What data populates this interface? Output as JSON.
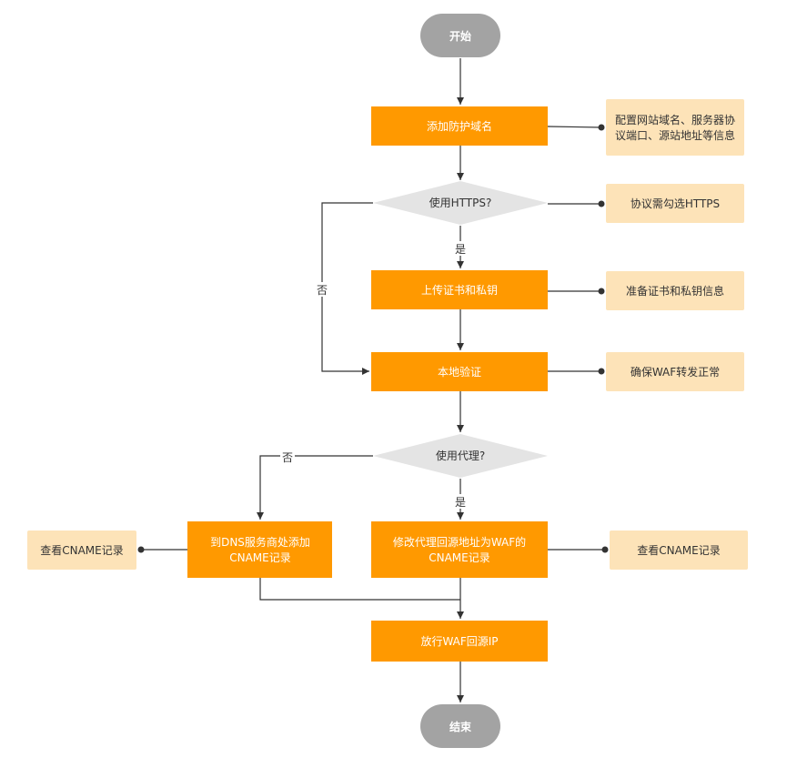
{
  "nodes": {
    "start": "开始",
    "add_domain": "添加防护域名",
    "use_https": "使用HTTPS?",
    "upload_cert": "上传证书和私钥",
    "local_verify": "本地验证",
    "use_proxy": "使用代理?",
    "dns_add_line1": "到DNS服务商处添加",
    "dns_add_line2": "CNAME记录",
    "modify_proxy_line1": "修改代理回源地址为WAF的",
    "modify_proxy_line2": "CNAME记录",
    "allow_waf": "放行WAF回源IP",
    "end": "结束"
  },
  "notes": {
    "config_line1": "配置网站域名、服务器协",
    "config_line2": "议端口、源站地址等信息",
    "https_protocol": "协议需勾选HTTPS",
    "prepare_cert": "准备证书和私钥信息",
    "ensure_waf": "确保WAF转发正常",
    "check_cname_left": "查看CNAME记录",
    "check_cname_right": "查看CNAME记录"
  },
  "edge_labels": {
    "https_yes": "是",
    "https_no": "否",
    "proxy_yes": "是",
    "proxy_no": "否"
  },
  "colors": {
    "process": "#FF9900",
    "process_text": "#FFFFFF",
    "decision": "#E4E4E4",
    "terminal": "#A3A3A3",
    "note": "#FDE3B8",
    "line": "#333333"
  }
}
